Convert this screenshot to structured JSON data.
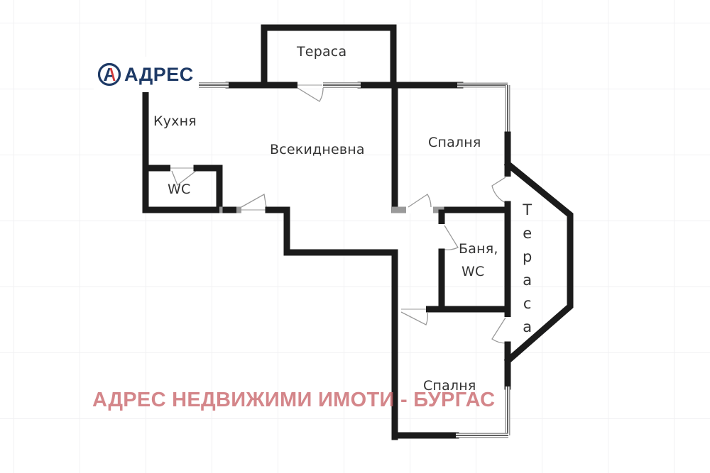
{
  "logo": {
    "brand_text": "АДРЕС",
    "mark_icon": "adres-logo-mark-icon",
    "colors": {
      "navy": "#1e3a66",
      "red": "#d03a3a"
    }
  },
  "rooms": {
    "terrace_top": "Тераса",
    "kitchen": "Кухня",
    "living_room": "Всекидневна",
    "wc_small": "WC",
    "bedroom_top": "Спалня",
    "bathroom_line1": "Баня,",
    "bathroom_line2": "WC",
    "bedroom_bottom": "Спалня",
    "terrace_side_letters": [
      "Т",
      "е",
      "р",
      "а",
      "с",
      "а"
    ]
  },
  "watermark": {
    "text": "АДРЕС НЕДВИЖИМИ ИМОТИ - БУРГАС",
    "color": "#c8646a"
  },
  "colors": {
    "wall": "#1b1b1b",
    "window_frame": "#9a9a9a",
    "grid": "#f1f1f3",
    "label": "#333333"
  }
}
